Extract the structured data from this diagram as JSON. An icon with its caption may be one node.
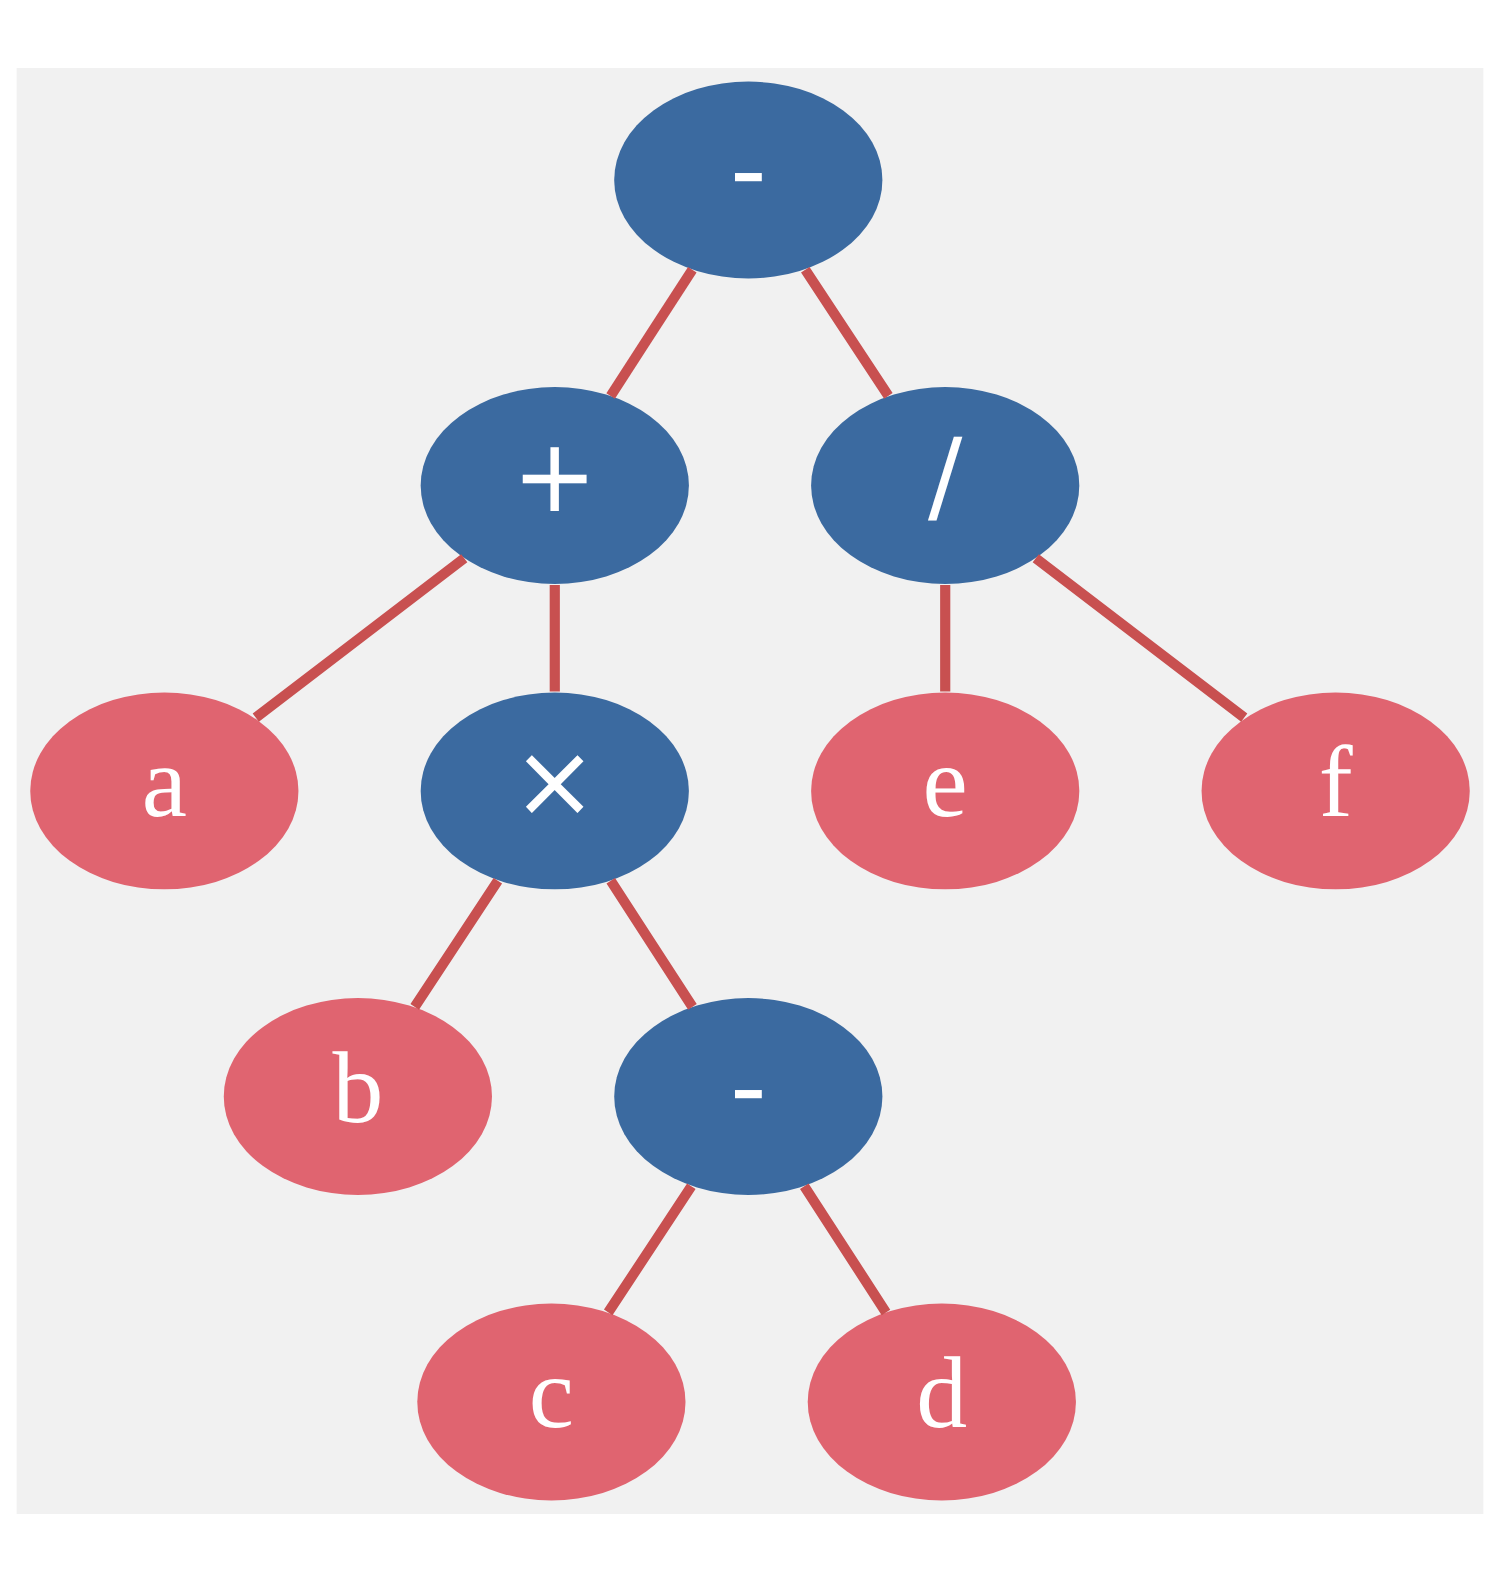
{
  "diagram": {
    "nodes": [
      {
        "text": [
          "-"
        ]
      },
      {
        "text": [
          "+"
        ]
      },
      {
        "text": [
          "/"
        ]
      },
      {
        "text": [
          "a"
        ]
      },
      {
        "text": [
          "×"
        ]
      },
      {
        "text": [
          "e"
        ]
      },
      {
        "text": [
          "f"
        ]
      },
      {
        "text": [
          "b"
        ]
      },
      {
        "text": [
          "-"
        ]
      },
      {
        "text": [
          "c"
        ]
      },
      {
        "text": [
          "d"
        ]
      }
    ],
    "edges": [
      {
        "from": 0,
        "to": 1,
        "arrow": "none"
      },
      {
        "from": 0,
        "to": 2,
        "arrow": "none"
      },
      {
        "from": 1,
        "to": 3,
        "arrow": "none"
      },
      {
        "from": 1,
        "to": 4,
        "arrow": "none"
      },
      {
        "from": 2,
        "to": 5,
        "arrow": "none"
      },
      {
        "from": 2,
        "to": 6,
        "arrow": "none"
      },
      {
        "from": 4,
        "to": 7,
        "arrow": "none"
      },
      {
        "from": 4,
        "to": 8,
        "arrow": "none"
      },
      {
        "from": 8,
        "to": 9,
        "arrow": "none"
      },
      {
        "from": 8,
        "to": 10,
        "arrow": "none"
      }
    ]
  }
}
